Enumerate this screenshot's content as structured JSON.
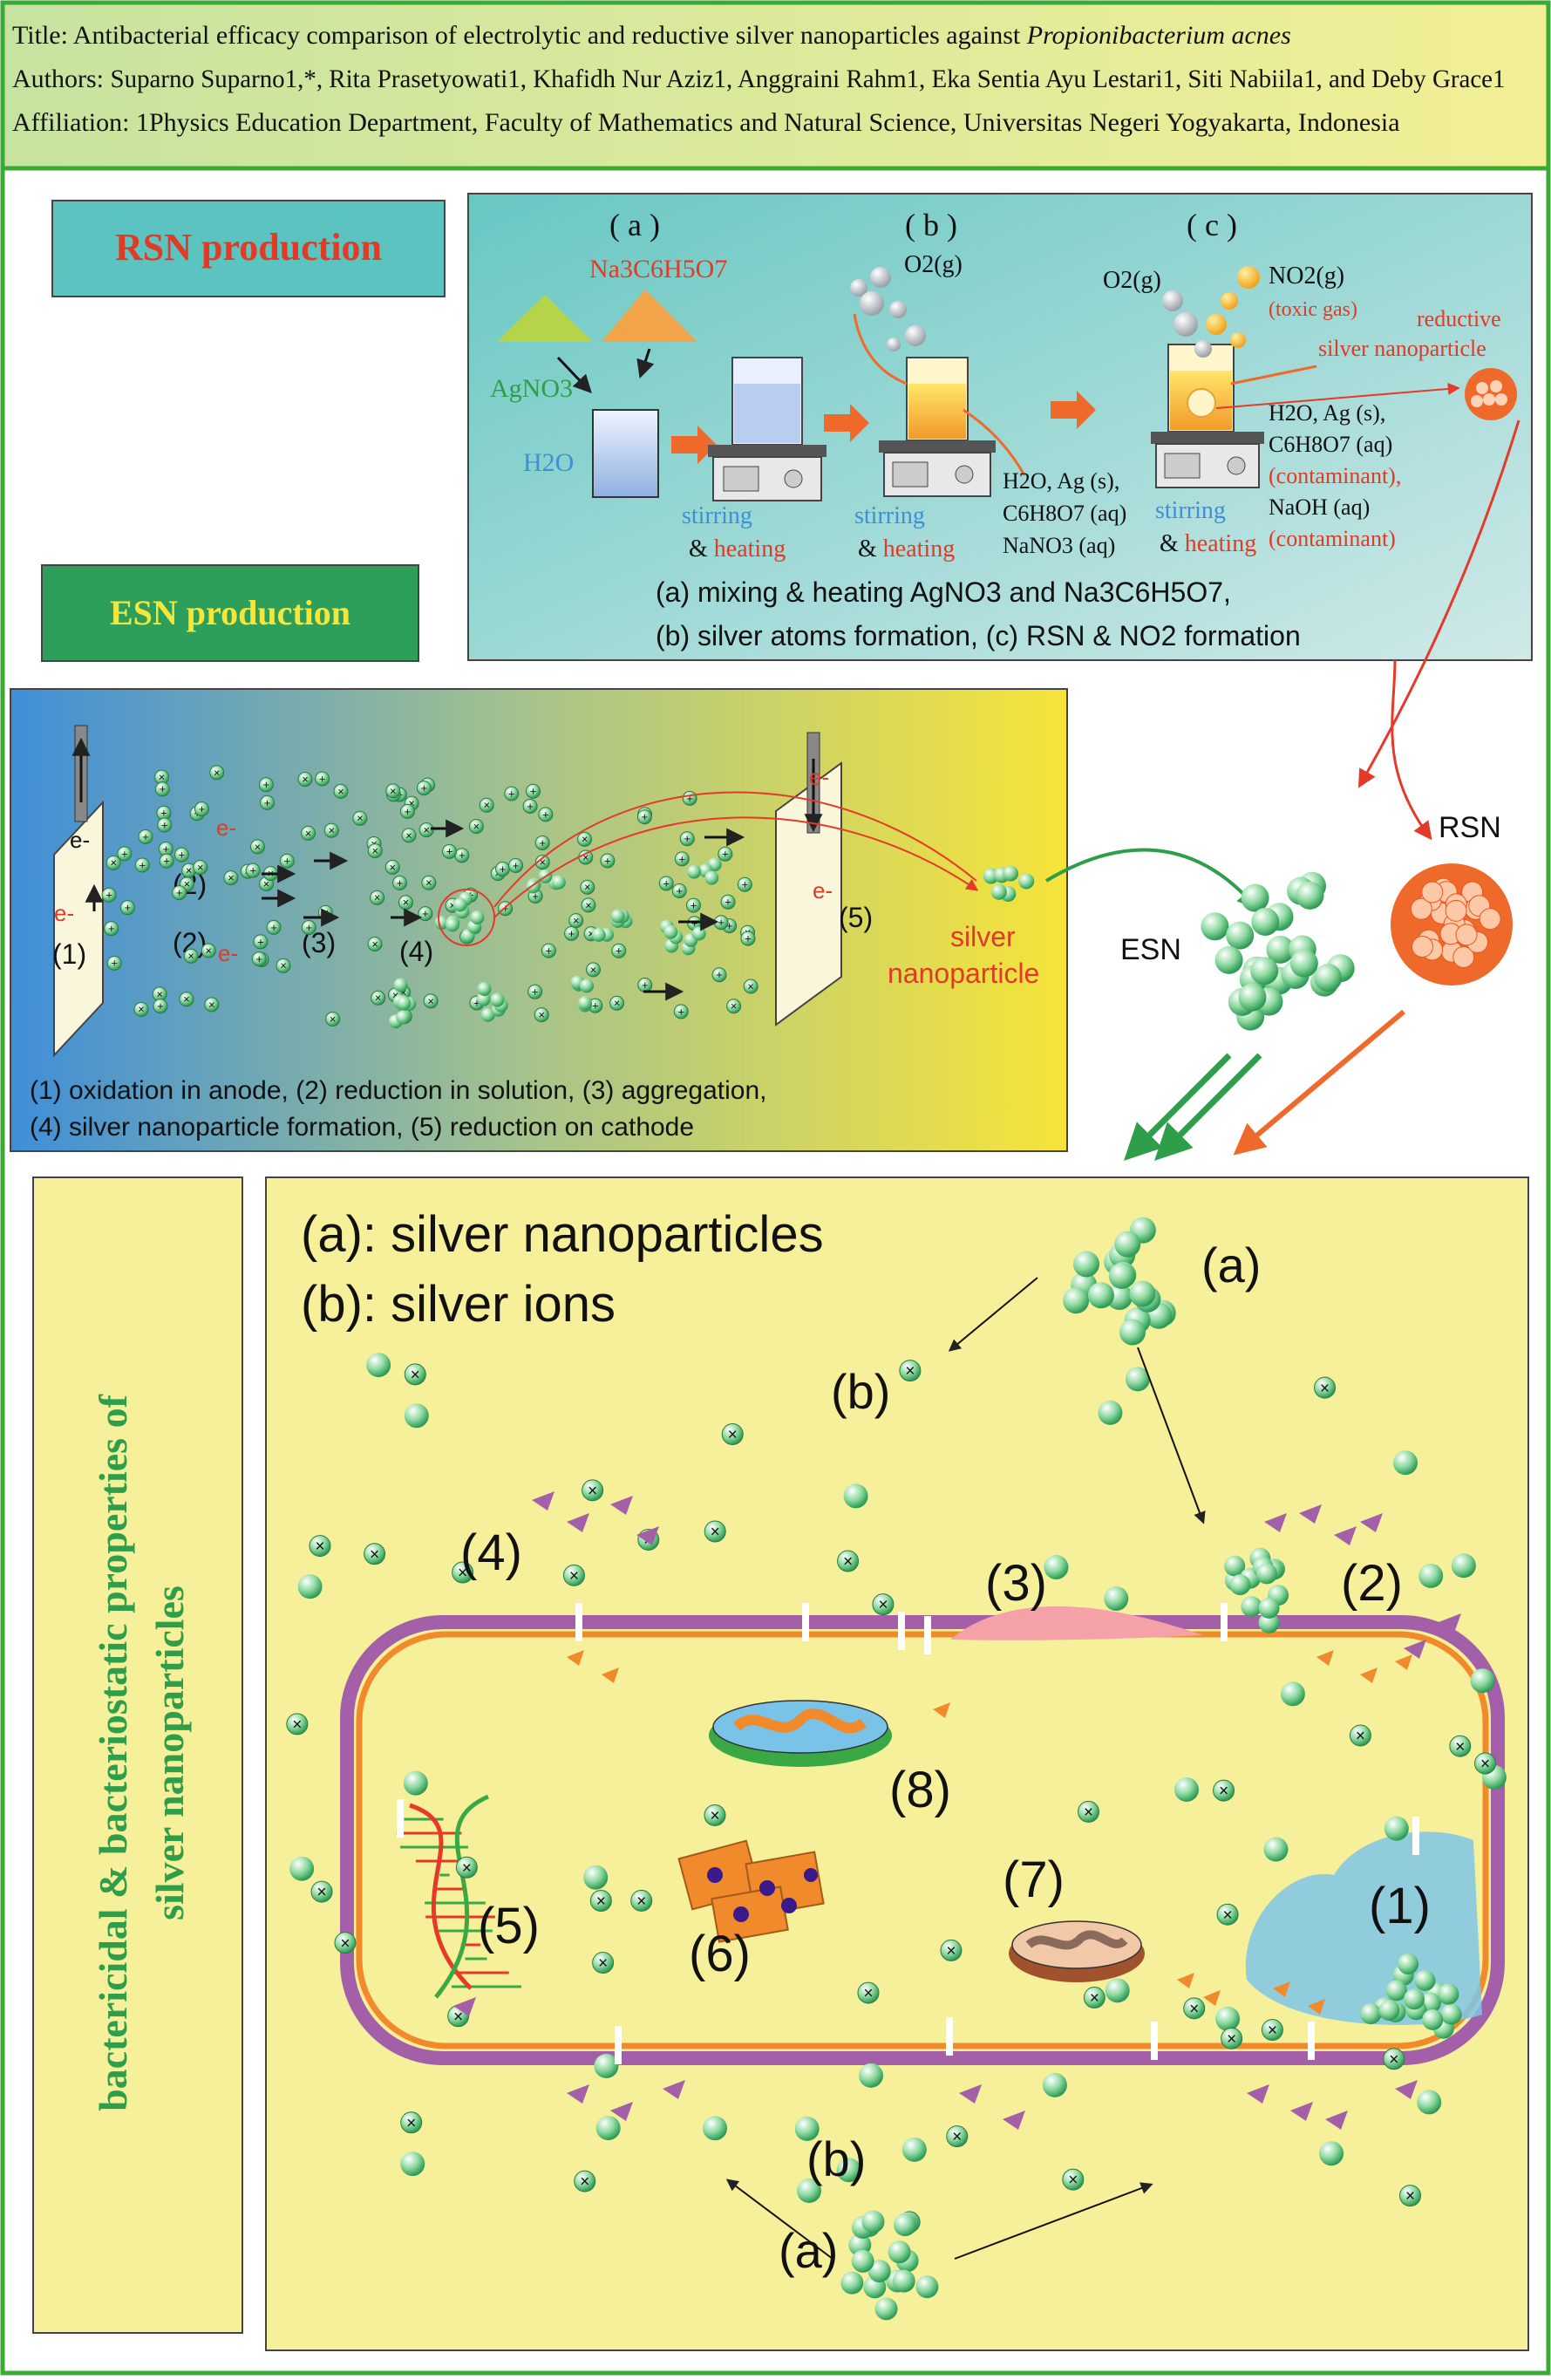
{
  "header": {
    "title_label": "Title: ",
    "title_text": "Antibacterial efficacy comparison of electrolytic and reductive silver nanoparticles against ",
    "title_italic": "Propionibacterium acnes",
    "authors_label": "Authors: ",
    "authors_text": "Suparno Suparno1,*, Rita Prasetyowati1, Khafidh Nur Aziz1, Anggraini Rahm1, Eka Sentia Ayu Lestari1, Siti Nabiila1, and Deby Grace1",
    "affiliation_label": "Affiliation: ",
    "affiliation_text": "1Physics Education Department, Faculty of Mathematics and Natural Science, Universitas Negeri Yogyakarta, Indonesia"
  },
  "rsn_production": {
    "heading": "RSN production",
    "step_a": "( a )",
    "step_b": "( b )",
    "step_c": "( c )",
    "reagent_citrate": "Na3C6H5O7",
    "reagent_silver": "AgNO3",
    "water": "H2O",
    "o2_gas_b": "O2(g)",
    "o2_gas_c": "O2(g)",
    "no2_gas": "NO2(g)",
    "toxic_gas": "(toxic gas)",
    "rsn_label_1": "reductive",
    "rsn_label_2": "silver nanoparticle",
    "stirring": "stirring",
    "heating_amp": "& ",
    "heating": "heating",
    "products_b": [
      "H2O, Ag (s),",
      "C6H8O7 (aq)",
      "NaNO3 (aq)"
    ],
    "products_c_1": "H2O, Ag (s),",
    "products_c_2": "C6H8O7 (aq)",
    "products_c_3": "(contaminant),",
    "products_c_4": "NaOH (aq)",
    "products_c_5": "(contaminant)",
    "caption_1": "(a) mixing & heating AgNO3 and Na3C6H5O7,",
    "caption_2": "(b) silver atoms formation, (c) RSN & NO2 formation"
  },
  "esn_production": {
    "heading": "ESN production",
    "electron": "e-",
    "step_1": "(1)",
    "step_2a": "(2)",
    "step_2b": "(2)",
    "step_3": "(3)",
    "step_4": "(4)",
    "step_5": "(5)",
    "silver_np_1": "silver",
    "silver_np_2": "nanoparticle",
    "caption_1": "(1) oxidation in anode,  (2) reduction in solution, (3) aggregation,",
    "caption_2": "(4) silver nanoparticle formation, (5) reduction on cathode"
  },
  "products": {
    "esn": "ESN",
    "rsn": "RSN"
  },
  "properties": {
    "side_title_1": "bactericidal & bacteriostatic properties of",
    "side_title_2": "silver nanoparticles",
    "legend_a": "(a): silver nanoparticles",
    "legend_b": "(b): silver ions",
    "label_a_top": "(a)",
    "label_b_top": "(b)",
    "label_a_bottom": "(a)",
    "label_b_bottom": "(b)",
    "mech_1": "(1)",
    "mech_2": "(2)",
    "mech_3": "(3)",
    "mech_4": "(4)",
    "mech_5": "(5)",
    "mech_6": "(6)",
    "mech_7": "(7)",
    "mech_8": "(8)"
  },
  "colors": {
    "frame_green": "#3aaa35",
    "header_bg": "#b9d98a",
    "rsn_box": "#5bc4c0",
    "rsn_text": "#e03b24",
    "esn_box": "#2e9e5b",
    "esn_text": "#f5e63c",
    "yellow_panel": "#f7f09a",
    "particle_green": "#7ccf8c",
    "rsn_orange": "#ef6a2a",
    "membrane_purple": "#a35fa8",
    "membrane_orange": "#f08a2a"
  }
}
